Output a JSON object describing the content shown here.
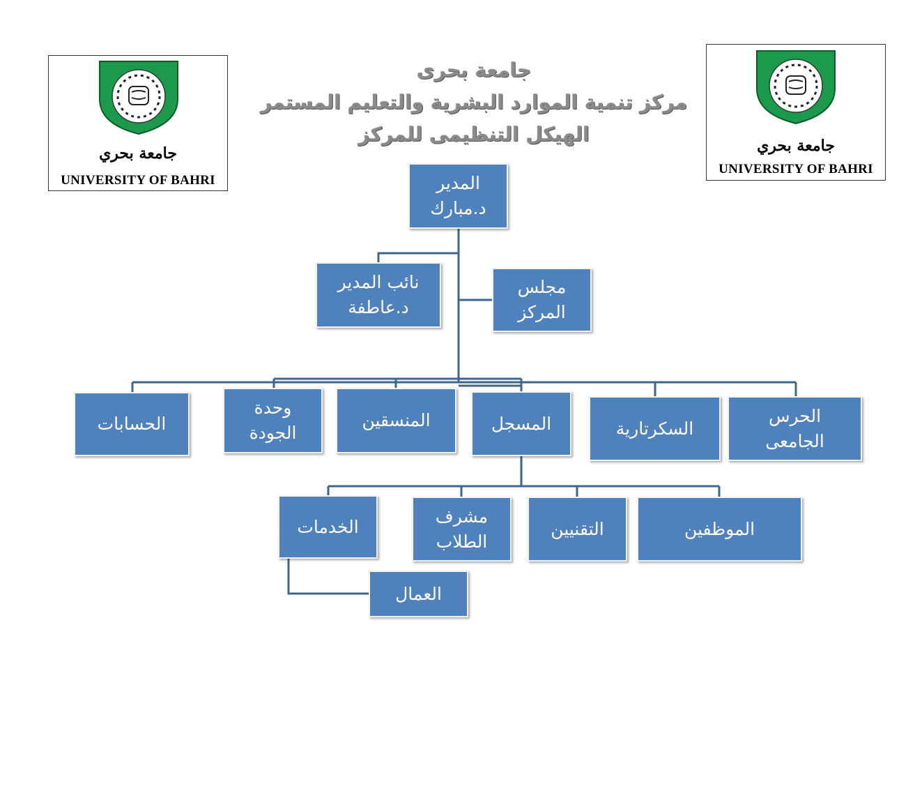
{
  "header": {
    "line1": "جامعة بحرى",
    "line2": "مركز تنمية الموارد البشرية والتعليم المستمر",
    "line3": "الهيكل التنظيمى للمركز"
  },
  "logos": {
    "arabic_name": "جامعة بحري",
    "english_name": "UNIVERSITY OF BAHRI",
    "emblem_icon": "university-shield-emblem",
    "shield_color": "#1a9a4a"
  },
  "colors": {
    "box_fill": "#4f81bd",
    "connector": "#3d6590"
  },
  "org": {
    "director": {
      "title": "المدير",
      "name": "د.مبارك"
    },
    "deputy": {
      "title": "نائب المدير",
      "name": "د.عاطفة"
    },
    "council": {
      "line1": "مجلس",
      "line2": "المركز"
    },
    "departments": {
      "accounts": "الحسابات",
      "quality": {
        "line1": "وحدة",
        "line2": "الجودة"
      },
      "coordinators": "المنسقين",
      "registrar": "المسجل",
      "secretariat": "السكرتارية",
      "guard": {
        "line1": "الحرس",
        "line2": "الجامعى"
      }
    },
    "registrar_units": {
      "services": "الخدمات",
      "student_supervisor": {
        "line1": "مشرف",
        "line2": "الطلاب"
      },
      "technicians": "التقنيين",
      "employees": "الموظفين"
    },
    "workers": "العمال"
  }
}
